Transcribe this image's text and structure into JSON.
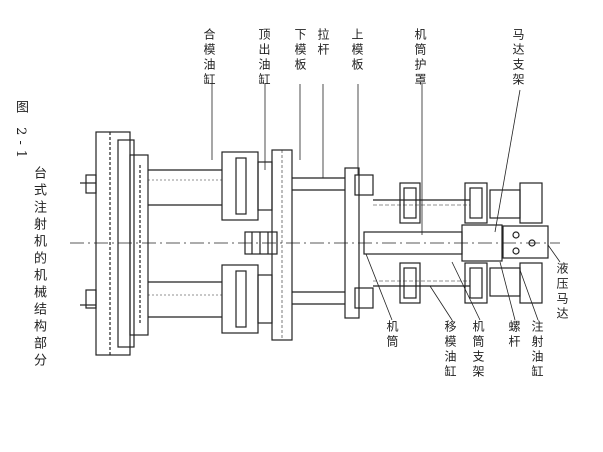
{
  "figure": {
    "number": "图 2-1",
    "caption": "台式注射机的机械结构部分"
  },
  "labels_top": {
    "mold_closing_cylinder": "合模油缸",
    "ejector_cylinder": "顶出油缸",
    "lower_platen": "下模板",
    "tie_bar": "拉杆",
    "upper_platen": "上模板",
    "barrel_guard": "机筒护罩",
    "motor_bracket": "马达支架"
  },
  "labels_bottom": {
    "barrel": "机筒",
    "carriage_cylinder": "移模油缸",
    "barrel_support": "机筒支架",
    "screw": "螺杆",
    "injection_cylinder": "注射油缸",
    "hydraulic_motor": "液压马达"
  }
}
